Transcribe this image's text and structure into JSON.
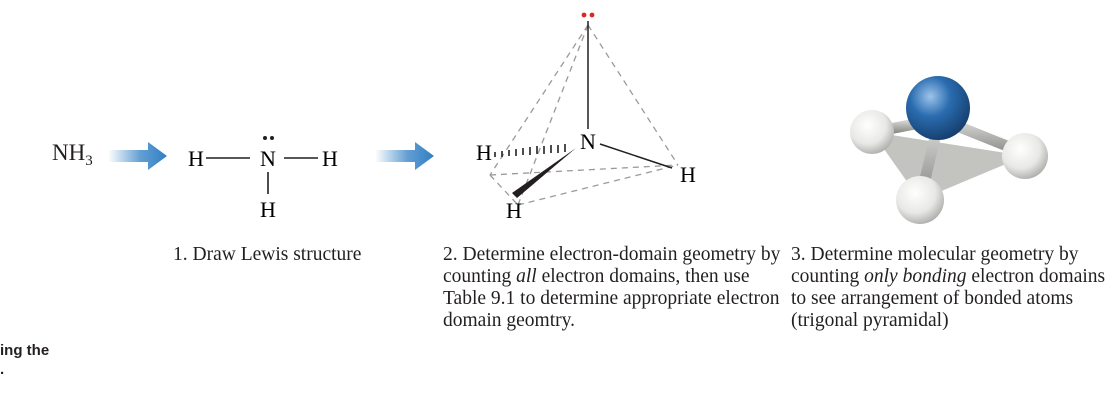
{
  "formula": {
    "base": "NH",
    "subscript": "3"
  },
  "lewis": {
    "center_atom": "N",
    "h_left": "H",
    "h_right": "H",
    "h_bottom": "H"
  },
  "geometry": {
    "center_atom": "N",
    "h_left": "H",
    "h_right": "H",
    "h_bottom": "H"
  },
  "steps": [
    {
      "text_1": "1. Draw Lewis structure"
    },
    {
      "text_1": "2. Determine electron-domain geometry by counting ",
      "emphasis": "all",
      "text_2": " electron domains, then use Table 9.1 to determine appropriate electron domain geomtry."
    },
    {
      "text_1": "3. Determine molecular geometry by counting ",
      "emphasis": "only bonding",
      "text_2": " electron domains to see arrangement of bonded atoms (trigonal pyramidal)"
    }
  ],
  "caption": {
    "line1": "ing the",
    "line2": "."
  },
  "colors": {
    "arrow": "#2f7fc4",
    "lone_pair": "#e0261f",
    "n_atom": "#2a6cb0",
    "h_atom": "#e8e8e6",
    "dashed": "#9a9a9a"
  }
}
